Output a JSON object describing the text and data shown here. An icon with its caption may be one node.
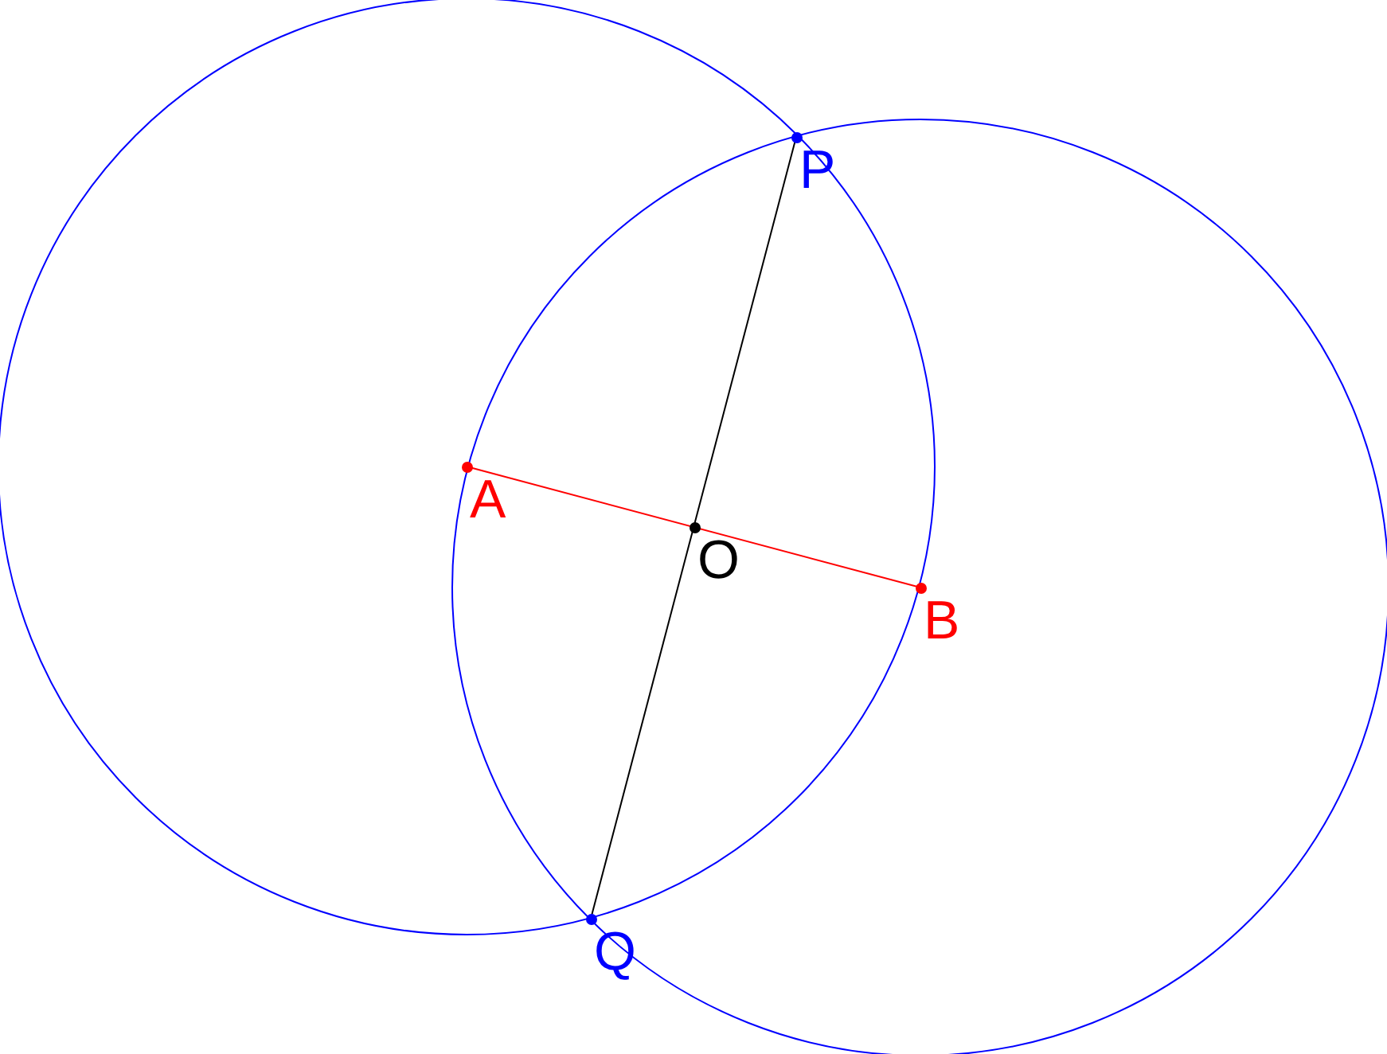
{
  "diagram": {
    "nodes": [
      {
        "text": [
          "P"
        ]
      },
      {
        "text": [
          "A"
        ]
      },
      {
        "text": [
          "O"
        ]
      },
      {
        "text": [
          "B"
        ]
      },
      {
        "text": [
          "Q"
        ]
      }
    ],
    "edges": [
      {
        "from": 1,
        "to": 3,
        "arrow": "none",
        "color": "#ff0000"
      },
      {
        "from": 0,
        "to": 4,
        "arrow": "none",
        "color": "#000000"
      }
    ]
  }
}
